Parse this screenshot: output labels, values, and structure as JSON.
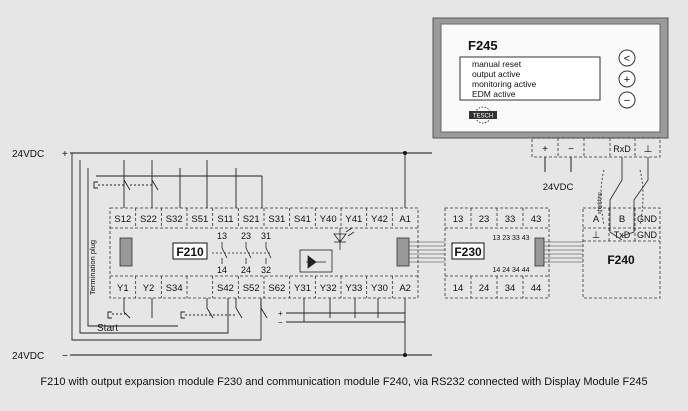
{
  "display": {
    "title": "F245",
    "lines": [
      "manual reset",
      "output active",
      "monitoring active",
      "EDM active"
    ],
    "button_icons": [
      "chevron-left-icon",
      "plus-icon",
      "minus-icon"
    ],
    "button_glyphs": [
      "<",
      "+",
      "−"
    ],
    "logo": "TESCH",
    "terminals": [
      "+",
      "−",
      "RxD",
      "⊥"
    ],
    "supply_label": "24VDC",
    "shielding_label": "shielding"
  },
  "power": {
    "top_label": "24VDC",
    "top_sign": "+",
    "bottom_label": "24VDC",
    "bottom_sign": "−"
  },
  "f210": {
    "title": "F210",
    "top_terminals": [
      "S12",
      "S22",
      "S32",
      "S51",
      "S11",
      "S21",
      "S31",
      "S41",
      "Y40",
      "Y41",
      "Y42",
      "A1"
    ],
    "bottom_terminals": [
      "Y1",
      "Y2",
      "S34",
      "",
      "S42",
      "S52",
      "S62",
      "Y31",
      "Y32",
      "Y33",
      "Y30",
      "A2"
    ],
    "contact_top": [
      "13",
      "23",
      "31"
    ],
    "contact_bottom": [
      "14",
      "24",
      "32"
    ],
    "termination_label": "Termination plug",
    "start_label": "Start"
  },
  "f230": {
    "title": "F230",
    "top_terminals": [
      "13",
      "23",
      "33",
      "43"
    ],
    "bottom_terminals": [
      "14",
      "24",
      "34",
      "44"
    ],
    "contact_top": "13 23 33 43",
    "contact_bottom": "14 24 34 44"
  },
  "f240": {
    "title": "F240",
    "top_terminals": [
      "A",
      "B",
      "GND"
    ],
    "bottom_terminals": [
      "⊥",
      "TxD",
      "GND"
    ]
  },
  "caption": "F210 with output expansion module F230 and communication module F240, via RS232 connected with Display Module F245"
}
